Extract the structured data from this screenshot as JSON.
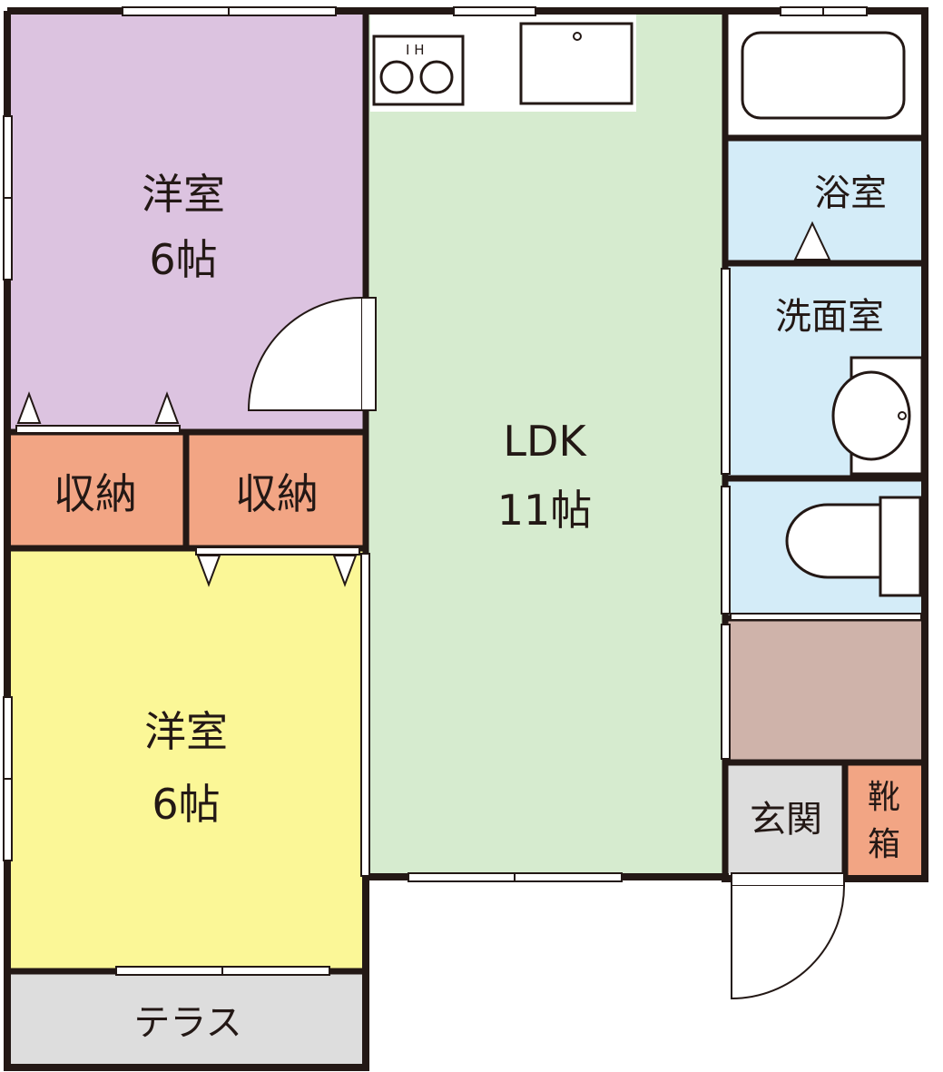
{
  "rooms": {
    "western_room_top": {
      "name": "洋室",
      "size": "6帖",
      "color": "#dcc3e0"
    },
    "storage_left": {
      "name": "収納",
      "color": "#f2a584"
    },
    "storage_right": {
      "name": "収納",
      "color": "#f2a584"
    },
    "western_room_bottom": {
      "name": "洋室",
      "size": "6帖",
      "color": "#fbf797"
    },
    "terrace": {
      "name": "テラス",
      "color": "#dddddd"
    },
    "ldk": {
      "name": "LDK",
      "size": "11帖",
      "color": "#d6ebcf"
    },
    "bathroom": {
      "name": "浴室",
      "color": "#d4ecf8"
    },
    "washroom": {
      "name": "洗面室",
      "color": "#d4ecf8"
    },
    "toilet": {
      "color": "#d4ecf8"
    },
    "hall": {
      "color": "#cfb3aa"
    },
    "entrance": {
      "name": "玄関",
      "color": "#dddddd"
    },
    "shoe_box": {
      "name_line1": "靴",
      "name_line2": "箱",
      "color": "#f2a584"
    }
  },
  "fixtures": {
    "ih_stove_label": "I H"
  },
  "colors": {
    "wall": "#231815",
    "background": "#ffffff"
  }
}
